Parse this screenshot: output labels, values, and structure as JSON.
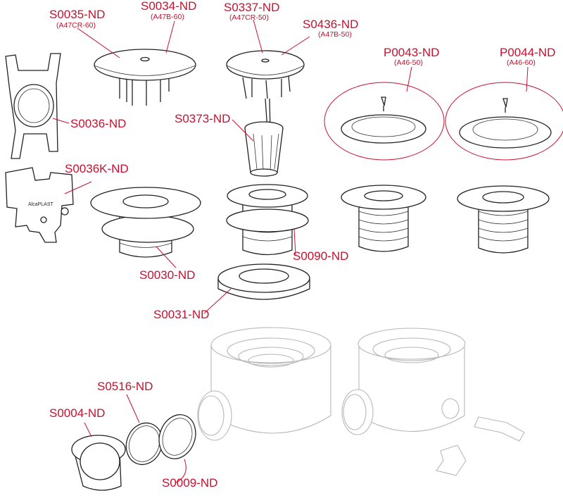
{
  "labels": {
    "s0035": {
      "code": "S0035-ND",
      "sub": "(A47CR-60)"
    },
    "s0034": {
      "code": "S0034-ND",
      "sub": "(A47B-60)"
    },
    "s0337": {
      "code": "S0337-ND",
      "sub": "(A47CR-50)"
    },
    "s0436": {
      "code": "S0436-ND",
      "sub": "(A47B-50)"
    },
    "p0043": {
      "code": "P0043-ND",
      "sub": "(A46-50)"
    },
    "p0044": {
      "code": "P0044-ND",
      "sub": "(A46-60)"
    },
    "s0036": {
      "code": "S0036-ND"
    },
    "s0373": {
      "code": "S0373-ND"
    },
    "s0036k": {
      "code": "S0036K-ND",
      "brand": "AlcaPLAST"
    },
    "s0090": {
      "code": "S0090-ND"
    },
    "s0030": {
      "code": "S0030-ND"
    },
    "s0031": {
      "code": "S0031-ND"
    },
    "s0516": {
      "code": "S0516-ND"
    },
    "s0004": {
      "code": "S0004-ND"
    },
    "s0009": {
      "code": "S0009-ND"
    }
  },
  "colors": {
    "label": "#c8102e",
    "line": "#222222",
    "faded": "#b8b8b8"
  }
}
